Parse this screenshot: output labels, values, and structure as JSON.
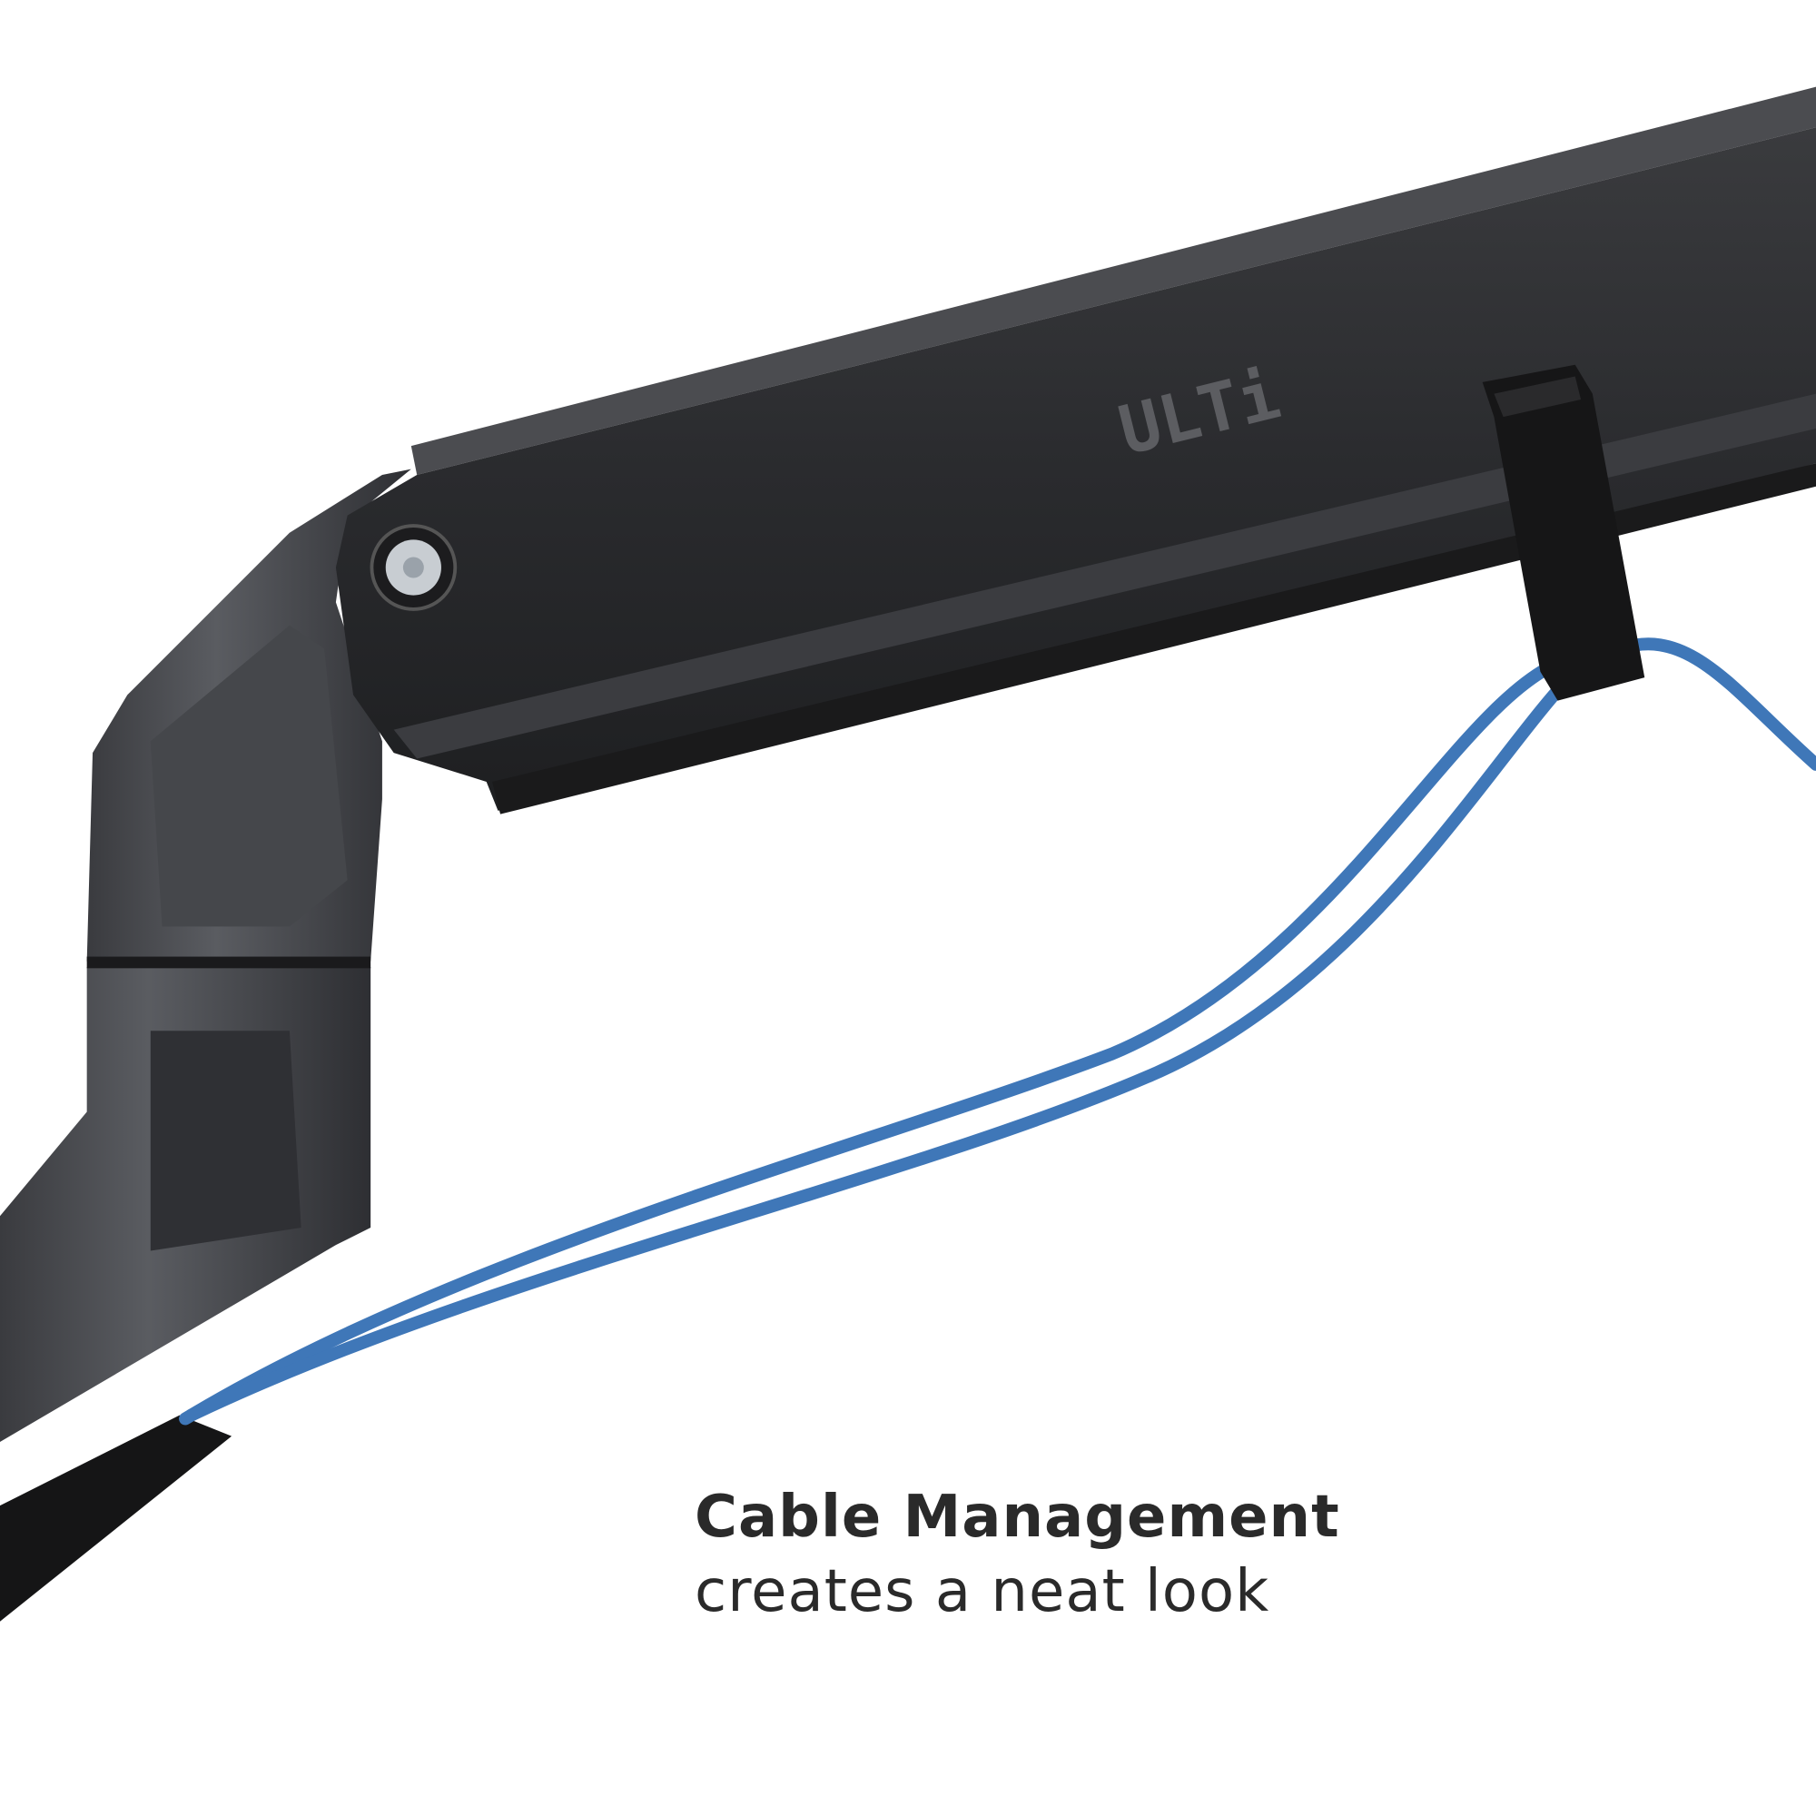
{
  "brand_logo": "ULTi",
  "caption": {
    "title": "Cable Management",
    "subtitle": "creates a neat look"
  },
  "colors": {
    "arm": "#2b2c2f",
    "joint": "#4a4c50",
    "cable": "#3f77b8",
    "text": "#2a2a2a"
  }
}
